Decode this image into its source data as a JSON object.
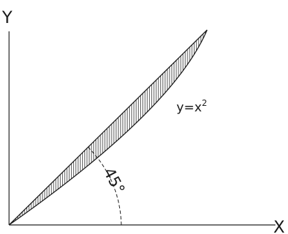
{
  "diagram": {
    "axis_x_label": "X",
    "axis_y_label": "Y",
    "curve_label_base": "y=x",
    "curve_label_exponent": "2",
    "angle_label": "45°"
  },
  "colors": {
    "ink": "#1a1a1a",
    "hatch": "#555555",
    "background": "#ffffff"
  }
}
